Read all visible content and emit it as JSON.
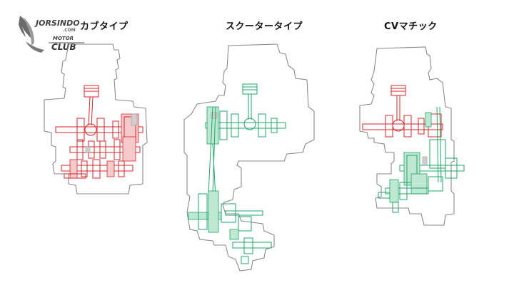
{
  "titles": {
    "left": "カブタイプ",
    "center": "スクータータイプ",
    "right": "CVマチック"
  },
  "logo": {
    "line1": "JORSINDO",
    "line2": ".COM",
    "line3": "MOTOR",
    "line4": "CLUB"
  },
  "colors": {
    "outline": "#8a8a8a",
    "cub": "#d9262b",
    "scooter": "#21a66a",
    "cvmatic_red": "#d9262b",
    "cvmatic_green": "#21a66a"
  }
}
